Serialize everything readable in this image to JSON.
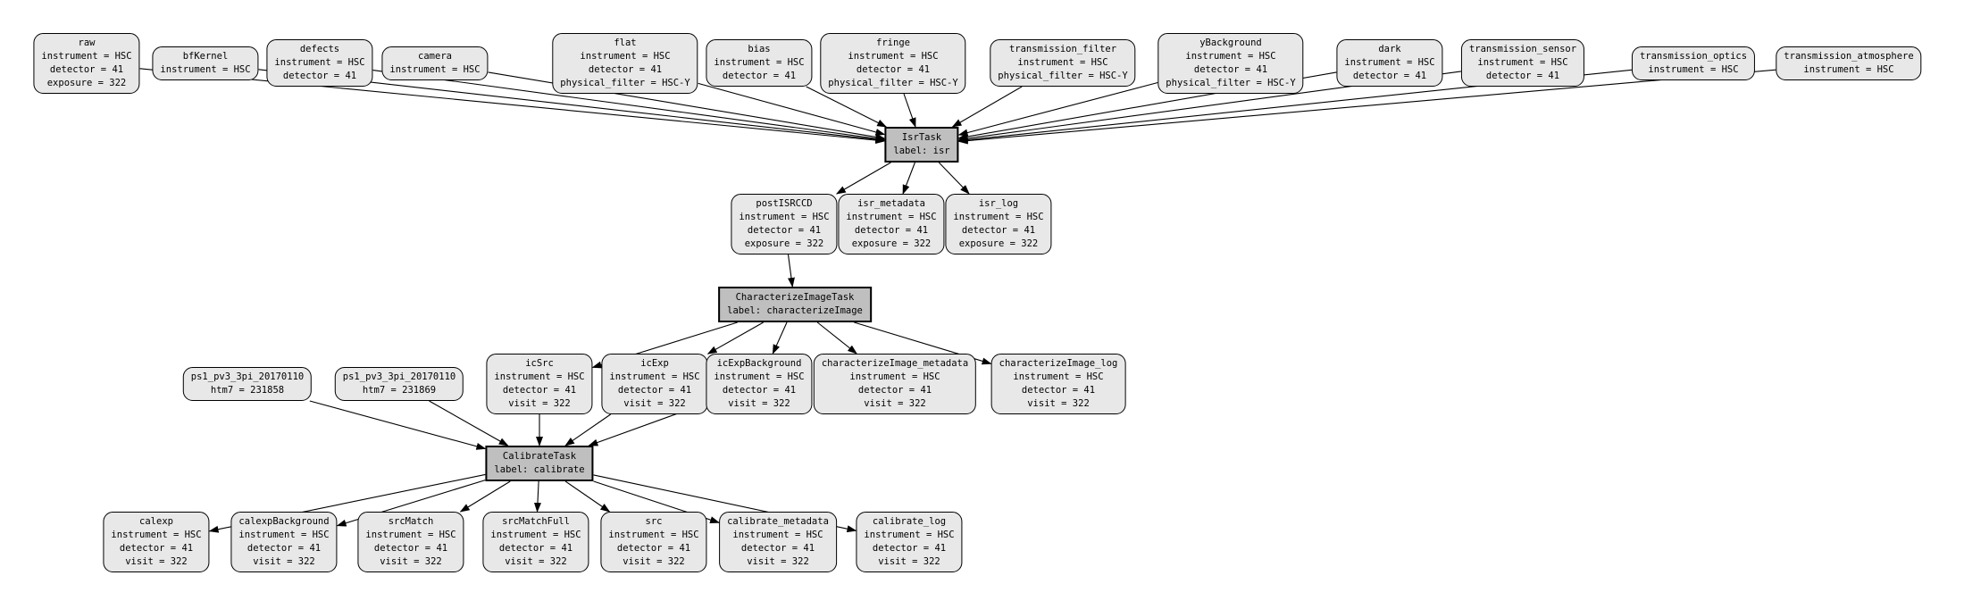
{
  "diagram": {
    "background": "#ffffff",
    "dataset_fill": "#e8e8e8",
    "task_fill": "#bfbfbf",
    "border_color": "#000000",
    "edge_color": "#000000"
  },
  "nodes": {
    "raw": {
      "text": "raw\ninstrument = HSC\ndetector = 41\nexposure = 322"
    },
    "bfKernel": {
      "text": "bfKernel\ninstrument = HSC"
    },
    "defects": {
      "text": "defects\ninstrument = HSC\ndetector = 41"
    },
    "camera": {
      "text": "camera\ninstrument = HSC"
    },
    "flat": {
      "text": "flat\ninstrument = HSC\ndetector = 41\nphysical_filter = HSC-Y"
    },
    "bias": {
      "text": "bias\ninstrument = HSC\ndetector = 41"
    },
    "fringe": {
      "text": "fringe\ninstrument = HSC\ndetector = 41\nphysical_filter = HSC-Y"
    },
    "transmission_filter": {
      "text": "transmission_filter\ninstrument = HSC\nphysical_filter = HSC-Y"
    },
    "yBackground": {
      "text": "yBackground\ninstrument = HSC\ndetector = 41\nphysical_filter = HSC-Y"
    },
    "dark": {
      "text": "dark\ninstrument = HSC\ndetector = 41"
    },
    "transmission_sensor": {
      "text": "transmission_sensor\ninstrument = HSC\ndetector = 41"
    },
    "transmission_optics": {
      "text": "transmission_optics\ninstrument = HSC"
    },
    "transmission_atmosphere": {
      "text": "transmission_atmosphere\ninstrument = HSC"
    },
    "IsrTask": {
      "text": "IsrTask\nlabel: isr"
    },
    "postISRCCD": {
      "text": "postISRCCD\ninstrument = HSC\ndetector = 41\nexposure = 322"
    },
    "isr_metadata": {
      "text": "isr_metadata\ninstrument = HSC\ndetector = 41\nexposure = 322"
    },
    "isr_log": {
      "text": "isr_log\ninstrument = HSC\ndetector = 41\nexposure = 322"
    },
    "CharacterizeImageTask": {
      "text": "CharacterizeImageTask\nlabel: characterizeImage"
    },
    "ps1_a": {
      "text": "ps1_pv3_3pi_20170110\nhtm7 = 231858"
    },
    "ps1_b": {
      "text": "ps1_pv3_3pi_20170110\nhtm7 = 231869"
    },
    "icSrc": {
      "text": "icSrc\ninstrument = HSC\ndetector = 41\nvisit = 322"
    },
    "icExp": {
      "text": "icExp\ninstrument = HSC\ndetector = 41\nvisit = 322"
    },
    "icExpBackground": {
      "text": "icExpBackground\ninstrument = HSC\ndetector = 41\nvisit = 322"
    },
    "characterizeImage_metadata": {
      "text": "characterizeImage_metadata\ninstrument = HSC\ndetector = 41\nvisit = 322"
    },
    "characterizeImage_log": {
      "text": "characterizeImage_log\ninstrument = HSC\ndetector = 41\nvisit = 322"
    },
    "CalibrateTask": {
      "text": "CalibrateTask\nlabel: calibrate"
    },
    "calexp": {
      "text": "calexp\ninstrument = HSC\ndetector = 41\nvisit = 322"
    },
    "calexpBackground": {
      "text": "calexpBackground\ninstrument = HSC\ndetector = 41\nvisit = 322"
    },
    "srcMatch": {
      "text": "srcMatch\ninstrument = HSC\ndetector = 41\nvisit = 322"
    },
    "srcMatchFull": {
      "text": "srcMatchFull\ninstrument = HSC\ndetector = 41\nvisit = 322"
    },
    "src": {
      "text": "src\ninstrument = HSC\ndetector = 41\nvisit = 322"
    },
    "calibrate_metadata": {
      "text": "calibrate_metadata\ninstrument = HSC\ndetector = 41\nvisit = 322"
    },
    "calibrate_log": {
      "text": "calibrate_log\ninstrument = HSC\ndetector = 41\nvisit = 322"
    }
  },
  "edges": [
    [
      "raw",
      "IsrTask"
    ],
    [
      "bfKernel",
      "IsrTask"
    ],
    [
      "defects",
      "IsrTask"
    ],
    [
      "camera",
      "IsrTask"
    ],
    [
      "flat",
      "IsrTask"
    ],
    [
      "bias",
      "IsrTask"
    ],
    [
      "fringe",
      "IsrTask"
    ],
    [
      "transmission_filter",
      "IsrTask"
    ],
    [
      "yBackground",
      "IsrTask"
    ],
    [
      "dark",
      "IsrTask"
    ],
    [
      "transmission_sensor",
      "IsrTask"
    ],
    [
      "transmission_optics",
      "IsrTask"
    ],
    [
      "transmission_atmosphere",
      "IsrTask"
    ],
    [
      "IsrTask",
      "postISRCCD"
    ],
    [
      "IsrTask",
      "isr_metadata"
    ],
    [
      "IsrTask",
      "isr_log"
    ],
    [
      "postISRCCD",
      "CharacterizeImageTask"
    ],
    [
      "CharacterizeImageTask",
      "icSrc"
    ],
    [
      "CharacterizeImageTask",
      "icExp"
    ],
    [
      "CharacterizeImageTask",
      "icExpBackground"
    ],
    [
      "CharacterizeImageTask",
      "characterizeImage_metadata"
    ],
    [
      "CharacterizeImageTask",
      "characterizeImage_log"
    ],
    [
      "ps1_a",
      "CalibrateTask"
    ],
    [
      "ps1_b",
      "CalibrateTask"
    ],
    [
      "icSrc",
      "CalibrateTask"
    ],
    [
      "icExp",
      "CalibrateTask"
    ],
    [
      "icExpBackground",
      "CalibrateTask"
    ],
    [
      "CalibrateTask",
      "calexp"
    ],
    [
      "CalibrateTask",
      "calexpBackground"
    ],
    [
      "CalibrateTask",
      "srcMatch"
    ],
    [
      "CalibrateTask",
      "srcMatchFull"
    ],
    [
      "CalibrateTask",
      "src"
    ],
    [
      "CalibrateTask",
      "calibrate_metadata"
    ],
    [
      "CalibrateTask",
      "calibrate_log"
    ]
  ]
}
